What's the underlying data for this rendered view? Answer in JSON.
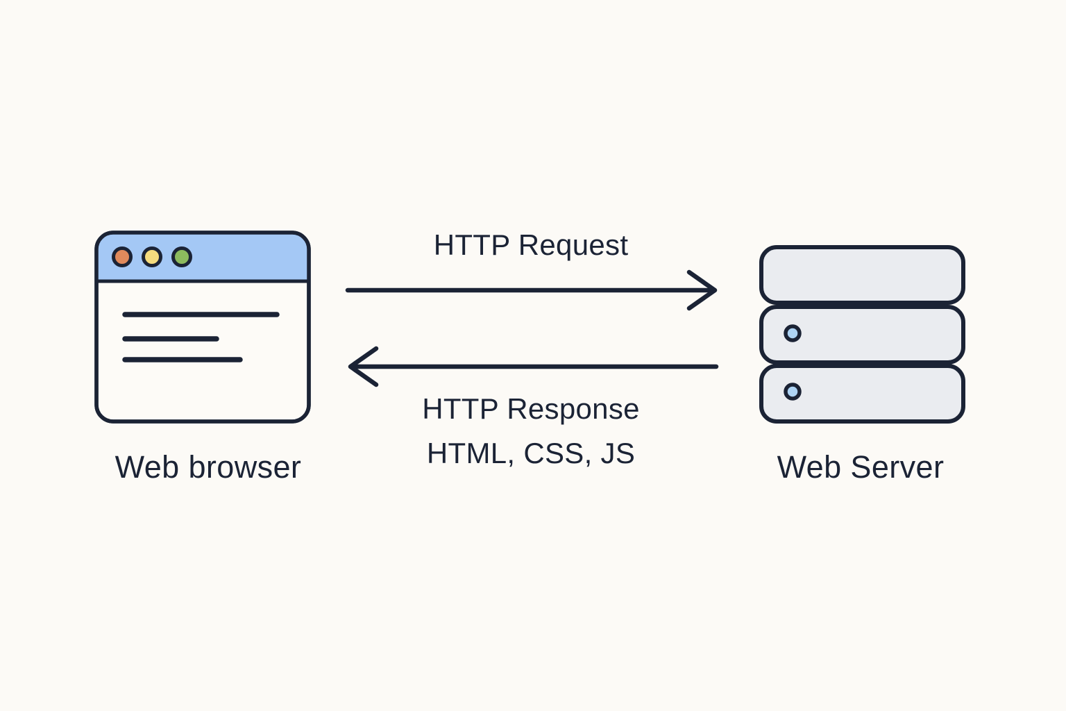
{
  "diagram": {
    "background_color": "#FCFAF6",
    "stroke_color": "#1B2335",
    "nodes": {
      "browser": {
        "caption": "Web browser",
        "header_color": "#A4C8F5",
        "body_color": "#FDFBF7",
        "traffic_lights": [
          {
            "name": "close",
            "color": "#E08A5C"
          },
          {
            "name": "minimize",
            "color": "#F5DC7E"
          },
          {
            "name": "maximize",
            "color": "#8DBB5E"
          }
        ],
        "content_lines": 3
      },
      "server": {
        "caption": "Web Server",
        "rack_color": "#EAECF0",
        "led_color": "#AED4F5",
        "rack_count": 3,
        "led_count": 2
      }
    },
    "edges": [
      {
        "name": "http-request",
        "label": "HTTP Request",
        "direction": "browser-to-server",
        "arrow_style": "chevron"
      },
      {
        "name": "http-response",
        "label_line1": "HTTP Response",
        "label_line2": "HTML, CSS, JS",
        "direction": "server-to-browser",
        "arrow_style": "chevron"
      }
    ]
  }
}
